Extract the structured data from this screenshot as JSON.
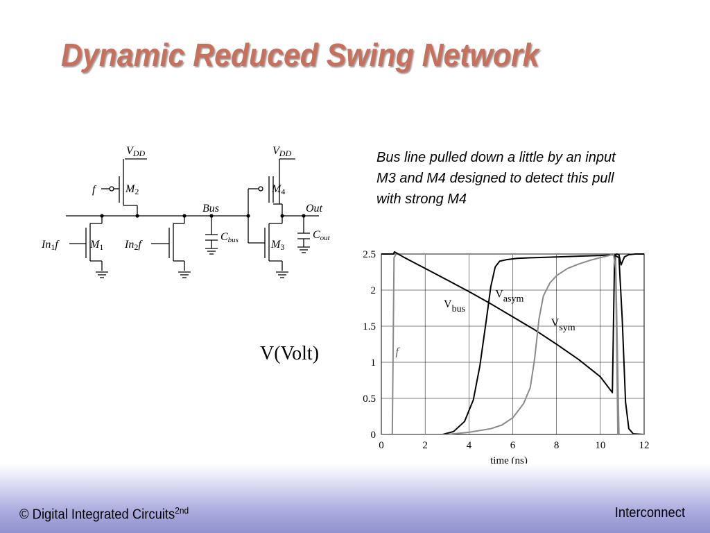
{
  "slide": {
    "title": "Dynamic Reduced Swing Network",
    "bullets": [
      "Bus line pulled down a little by an input",
      "M3 and M4 designed to detect this pull",
      "with strong M4"
    ],
    "ylabel_big": "V(Volt)"
  },
  "circuit": {
    "vdd_left": "V",
    "vdd_left_sub": "DD",
    "vdd_right": "V",
    "vdd_right_sub": "DD",
    "f_left": "f",
    "m2": "M",
    "m2_sub": "2",
    "m4": "M",
    "m4_sub": "4",
    "bus": "Bus",
    "out": "Out",
    "cbus": "C",
    "cbus_sub": "bus",
    "cout": "C",
    "cout_sub": "out",
    "in1": "In",
    "in1_sub": "1",
    "in1_f": "f",
    "m1": "M",
    "m1_sub": "1",
    "in2": "In",
    "in2_sub": "2",
    "in2_f": "f",
    "m3": "M",
    "m3_sub": "3"
  },
  "chart_data": {
    "type": "line",
    "xlabel": "time (ns)",
    "xlim": [
      0,
      12
    ],
    "ylim": [
      0,
      2.5
    ],
    "x_ticks": [
      "0",
      "2",
      "4",
      "6",
      "8",
      "10",
      "12"
    ],
    "y_ticks": [
      "0",
      "0.5",
      "1",
      "1.5",
      "2",
      "2.5"
    ],
    "grid": true,
    "series": [
      {
        "name": "f",
        "label": "f",
        "color": "#8a8a8a",
        "x": [
          0,
          0.5,
          0.58,
          0.68,
          10.6,
          10.7,
          10.85,
          12
        ],
        "y": [
          0,
          0,
          2.45,
          2.5,
          2.5,
          2.45,
          0,
          0
        ]
      },
      {
        "name": "Vbus",
        "label": "V",
        "label_sub": "bus",
        "color": "#000000",
        "x": [
          0,
          0.55,
          0.6,
          1,
          2,
          3,
          4,
          5,
          6,
          7,
          8,
          9,
          10,
          10.55,
          10.65,
          10.75,
          10.85,
          10.95,
          11.1,
          11.3,
          11.6,
          12
        ],
        "y": [
          2.5,
          2.5,
          2.53,
          2.46,
          2.3,
          2.14,
          1.98,
          1.81,
          1.63,
          1.45,
          1.25,
          1.04,
          0.8,
          0.58,
          2.48,
          2.5,
          2.49,
          2.35,
          2.46,
          2.49,
          2.5,
          2.5
        ]
      },
      {
        "name": "Vasym",
        "label": "V",
        "label_sub": "asym",
        "color": "#000000",
        "x": [
          0,
          2.8,
          3.3,
          3.8,
          4.2,
          4.5,
          4.8,
          5.0,
          5.2,
          5.4,
          5.7,
          6.2,
          7,
          8,
          9,
          10,
          10.6,
          10.85,
          11.0,
          11.15,
          11.3,
          11.5,
          12
        ],
        "y": [
          0,
          0,
          0.04,
          0.18,
          0.48,
          0.95,
          1.6,
          2.05,
          2.32,
          2.4,
          2.42,
          2.44,
          2.45,
          2.46,
          2.47,
          2.48,
          2.49,
          2.45,
          1.6,
          0.45,
          0.08,
          0.01,
          0
        ]
      },
      {
        "name": "Vsym",
        "label": "V",
        "label_sub": "sym",
        "color": "#8a8a8a",
        "x": [
          0,
          3,
          4,
          5,
          5.5,
          6,
          6.5,
          6.8,
          7,
          7.2,
          7.4,
          7.7,
          8,
          8.5,
          9,
          9.5,
          10,
          10.4,
          10.6,
          10.7,
          10.8,
          12
        ],
        "y": [
          0,
          0,
          0.03,
          0.08,
          0.13,
          0.23,
          0.43,
          0.65,
          1.05,
          1.6,
          1.92,
          2.1,
          2.2,
          2.3,
          2.36,
          2.41,
          2.45,
          2.48,
          2.5,
          2.3,
          0,
          0
        ]
      }
    ]
  }
}
